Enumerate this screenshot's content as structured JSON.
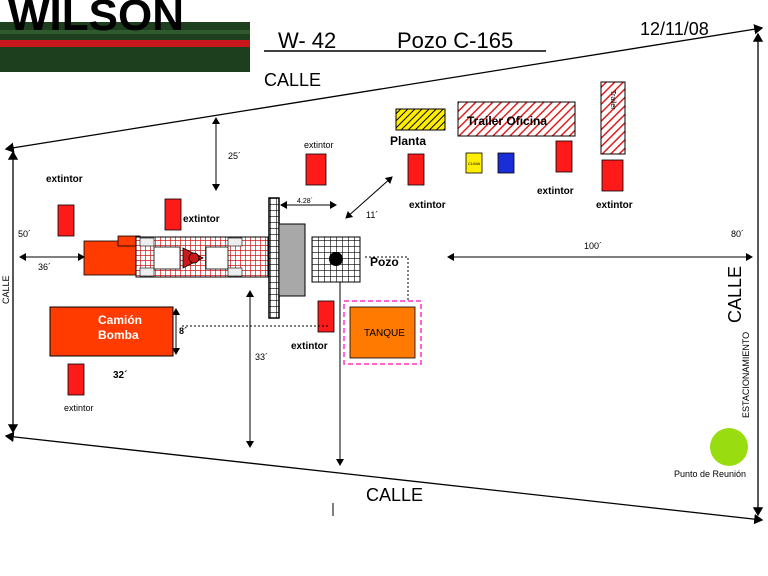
{
  "logo": {
    "text": "WILSON",
    "colors": {
      "green": "#1e3f1e",
      "red": "#c8161d",
      "dark": "#0b0b0b"
    }
  },
  "header": {
    "well_id": "W- 42",
    "well_name": "Pozo  C-165",
    "date": "12/11/08"
  },
  "streets": {
    "top": "CALLE",
    "bottom": "CALLE",
    "left": "CALLE",
    "right": "CALLE"
  },
  "labels": {
    "parking": "ESTACIONAMIENTO",
    "meeting_point": "Punto de Reunión",
    "planta": "Planta",
    "trailer": "Trailer Oficina",
    "trailer_small": "Trailer",
    "pozo": "Pozo",
    "tanque": "TANQUE",
    "camion": "Camión",
    "bomba": "Bomba",
    "small_box": "CLIMA"
  },
  "extinguisher_label": "extintor",
  "dimensions": {
    "d25": "25´",
    "d50": "50´",
    "d36": "36´",
    "d428": "4.28´",
    "d11": "11´",
    "d100": "100´",
    "d80": "80´",
    "d33": "33´",
    "d32": "32´",
    "d8": "8´"
  },
  "colors": {
    "extinguisher": "#ff1a1a",
    "truck": "#ff3b00",
    "tank": "#ff7a00",
    "tank_border": "#ff33cc",
    "meeting_point": "#99dd11",
    "planta": "#ffee00",
    "blue_box": "#1a2ed8",
    "yellow_box": "#ffee00"
  }
}
